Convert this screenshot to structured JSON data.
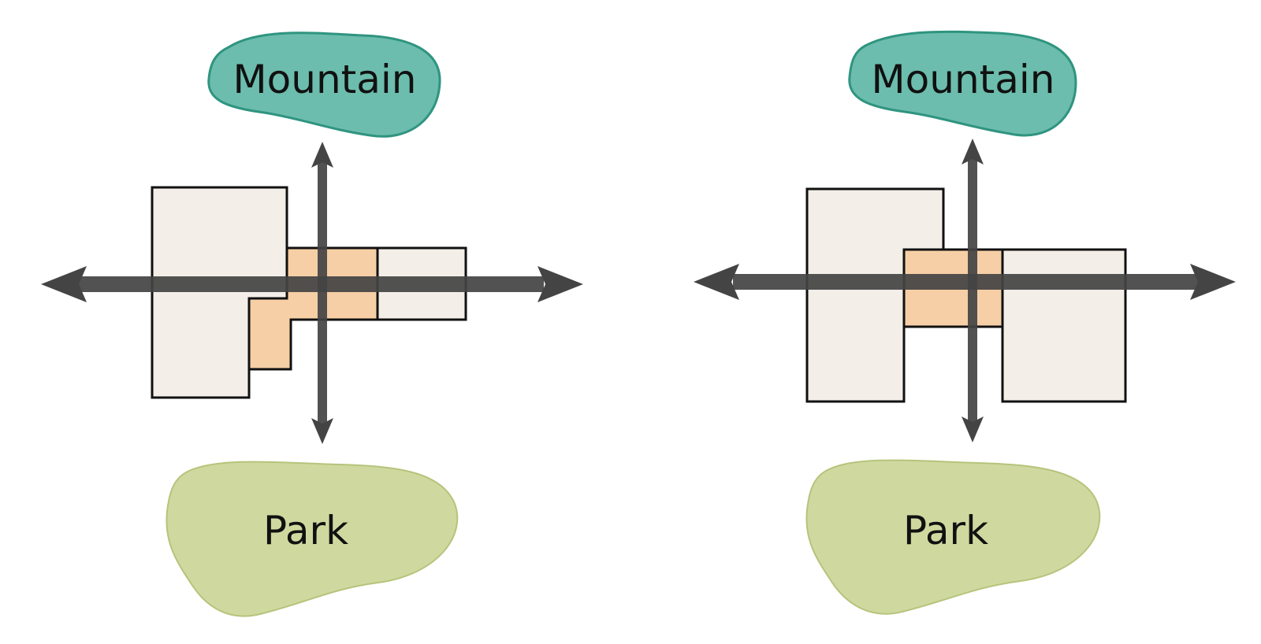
{
  "colors": {
    "background": "#ffffff",
    "mountain_fill": "#6cbdad",
    "mountain_stroke": "#2f9480",
    "park_fill": "#cfd99f",
    "park_stroke": "#b5c47b",
    "building_fill": "#f3eee8",
    "building_stroke": "#111111",
    "overlap_fill": "#f6cfa6",
    "axis_color": "#444444",
    "label_color": "#111111"
  },
  "left_panel": {
    "mountain_label": "Mountain",
    "park_label": "Park"
  },
  "right_panel": {
    "mountain_label": "Mountain",
    "park_label": "Park"
  }
}
